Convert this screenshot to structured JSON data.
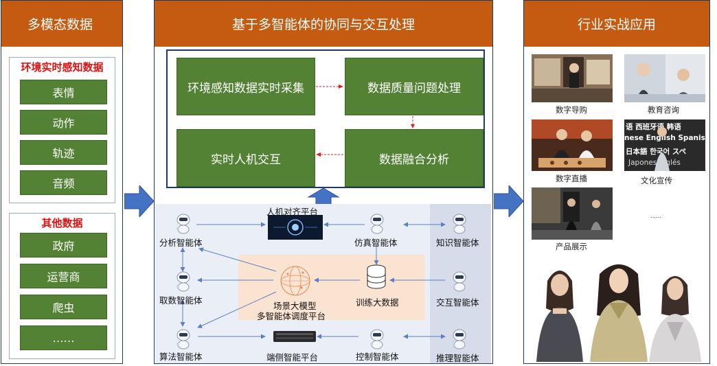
{
  "left": {
    "header": "多模态数据",
    "groups": [
      {
        "title": "环境实时感知数据",
        "items": [
          "表情",
          "动作",
          "轨迹",
          "音频"
        ]
      },
      {
        "title": "其他数据",
        "items": [
          "政府",
          "运营商",
          "爬虫",
          "……"
        ]
      }
    ]
  },
  "middle": {
    "header": "基于多智能体的协同与交互处理",
    "process": [
      "环境感知数据实时采集",
      "数据质量问题处理",
      "实时人机交互",
      "数据融合分析"
    ],
    "agents": {
      "analysis": "分析智能体",
      "fetch": "取数智能体",
      "algorithm": "算法智能体",
      "alignment": "人机对齐平台",
      "simulation": "仿真智能体",
      "knowledge": "知识智能体",
      "interaction": "交互智能体",
      "training": "训练大数据",
      "edge": "端侧智能平台",
      "control": "控制智能体",
      "inference": "推理智能体",
      "core_line1": "场景大模型",
      "core_line2": "多智能体调度平台"
    }
  },
  "right": {
    "header": "行业实战应用",
    "apps": [
      "数字导购",
      "教育咨询",
      "数字直播",
      "文化宣传",
      "产品展示"
    ],
    "language_banner": [
      "语 西班牙语 韩语",
      "nese English Spanish",
      "日本語 한국어 スペ",
      "Japones Inglés"
    ],
    "ellipsis": "……"
  }
}
